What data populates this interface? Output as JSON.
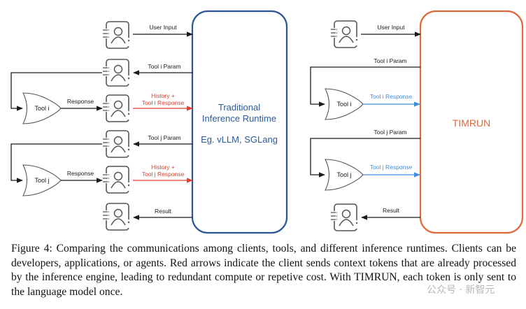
{
  "left_diagram": {
    "runtime_label_line1": "Traditional",
    "runtime_label_line2": "Inference Runtime",
    "runtime_example": "Eg. vLLM, SGLang",
    "runtime_color": "#2a5696",
    "arrows": {
      "user_input": "User Input",
      "tool_i_param": "Tool i Param",
      "tool_i_response_line1": "History +",
      "tool_i_response_line2": "Tool i Response",
      "tool_j_param": "Tool j Param",
      "tool_j_response_line1": "History +",
      "tool_j_response_line2": "Tool j Response",
      "result": "Result",
      "response_i": "Response",
      "response_j": "Response"
    },
    "tools": [
      "Tool i",
      "Tool j"
    ],
    "redundant_arrow_color": "#e5402e"
  },
  "right_diagram": {
    "runtime_label": "TIMRUN",
    "runtime_color": "#e0683a",
    "arrows": {
      "user_input": "User Input",
      "tool_i_param": "Tool i Param",
      "tool_i_response": "Tool i Response",
      "tool_j_param": "Tool j Param",
      "tool_j_response": "Tool j Response",
      "result": "Result"
    },
    "tools": [
      "Tool i",
      "Tool j"
    ],
    "direct_arrow_color": "#3d8fe0"
  },
  "icons": {
    "client": "client-contact-card-icon",
    "tool": "or-gate-tool-icon"
  },
  "caption": "Figure 4: Comparing the communications among clients, tools, and different inference runtimes. Clients can be developers, applications, or agents. Red arrows indicate the client sends context tokens that are already processed by the inference engine, leading to redundant compute or repetive cost. With TIMRUN, each token is only sent to the language model once.",
  "watermark": "公众号 · 新智元"
}
